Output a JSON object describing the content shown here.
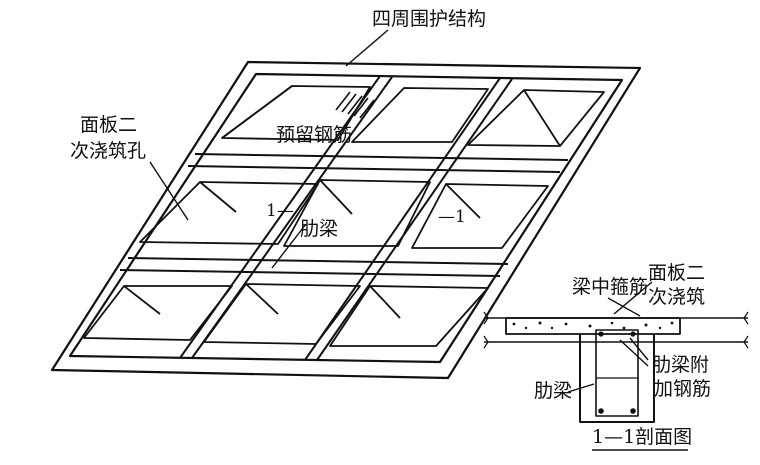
{
  "labels": {
    "enclosure": "四周围护结构",
    "reserved_rebar": "预留钢筋",
    "panel_hole_line1": "面板二",
    "panel_hole_line2": "次浇筑孔",
    "rib_beam_top": "肋梁",
    "section_mark_left": "1—",
    "section_mark_right": "—1",
    "stirrup": "梁中箍筋",
    "panel_second_line1": "面板二",
    "panel_second_line2": "次浇筑",
    "rib_beam_section": "肋梁",
    "extra_rebar_line1": "肋梁附",
    "extra_rebar_line2": "加钢筋",
    "section_title": "1—1剖面图"
  },
  "colors": {
    "ink": "#111111",
    "paper": "#ffffff"
  }
}
